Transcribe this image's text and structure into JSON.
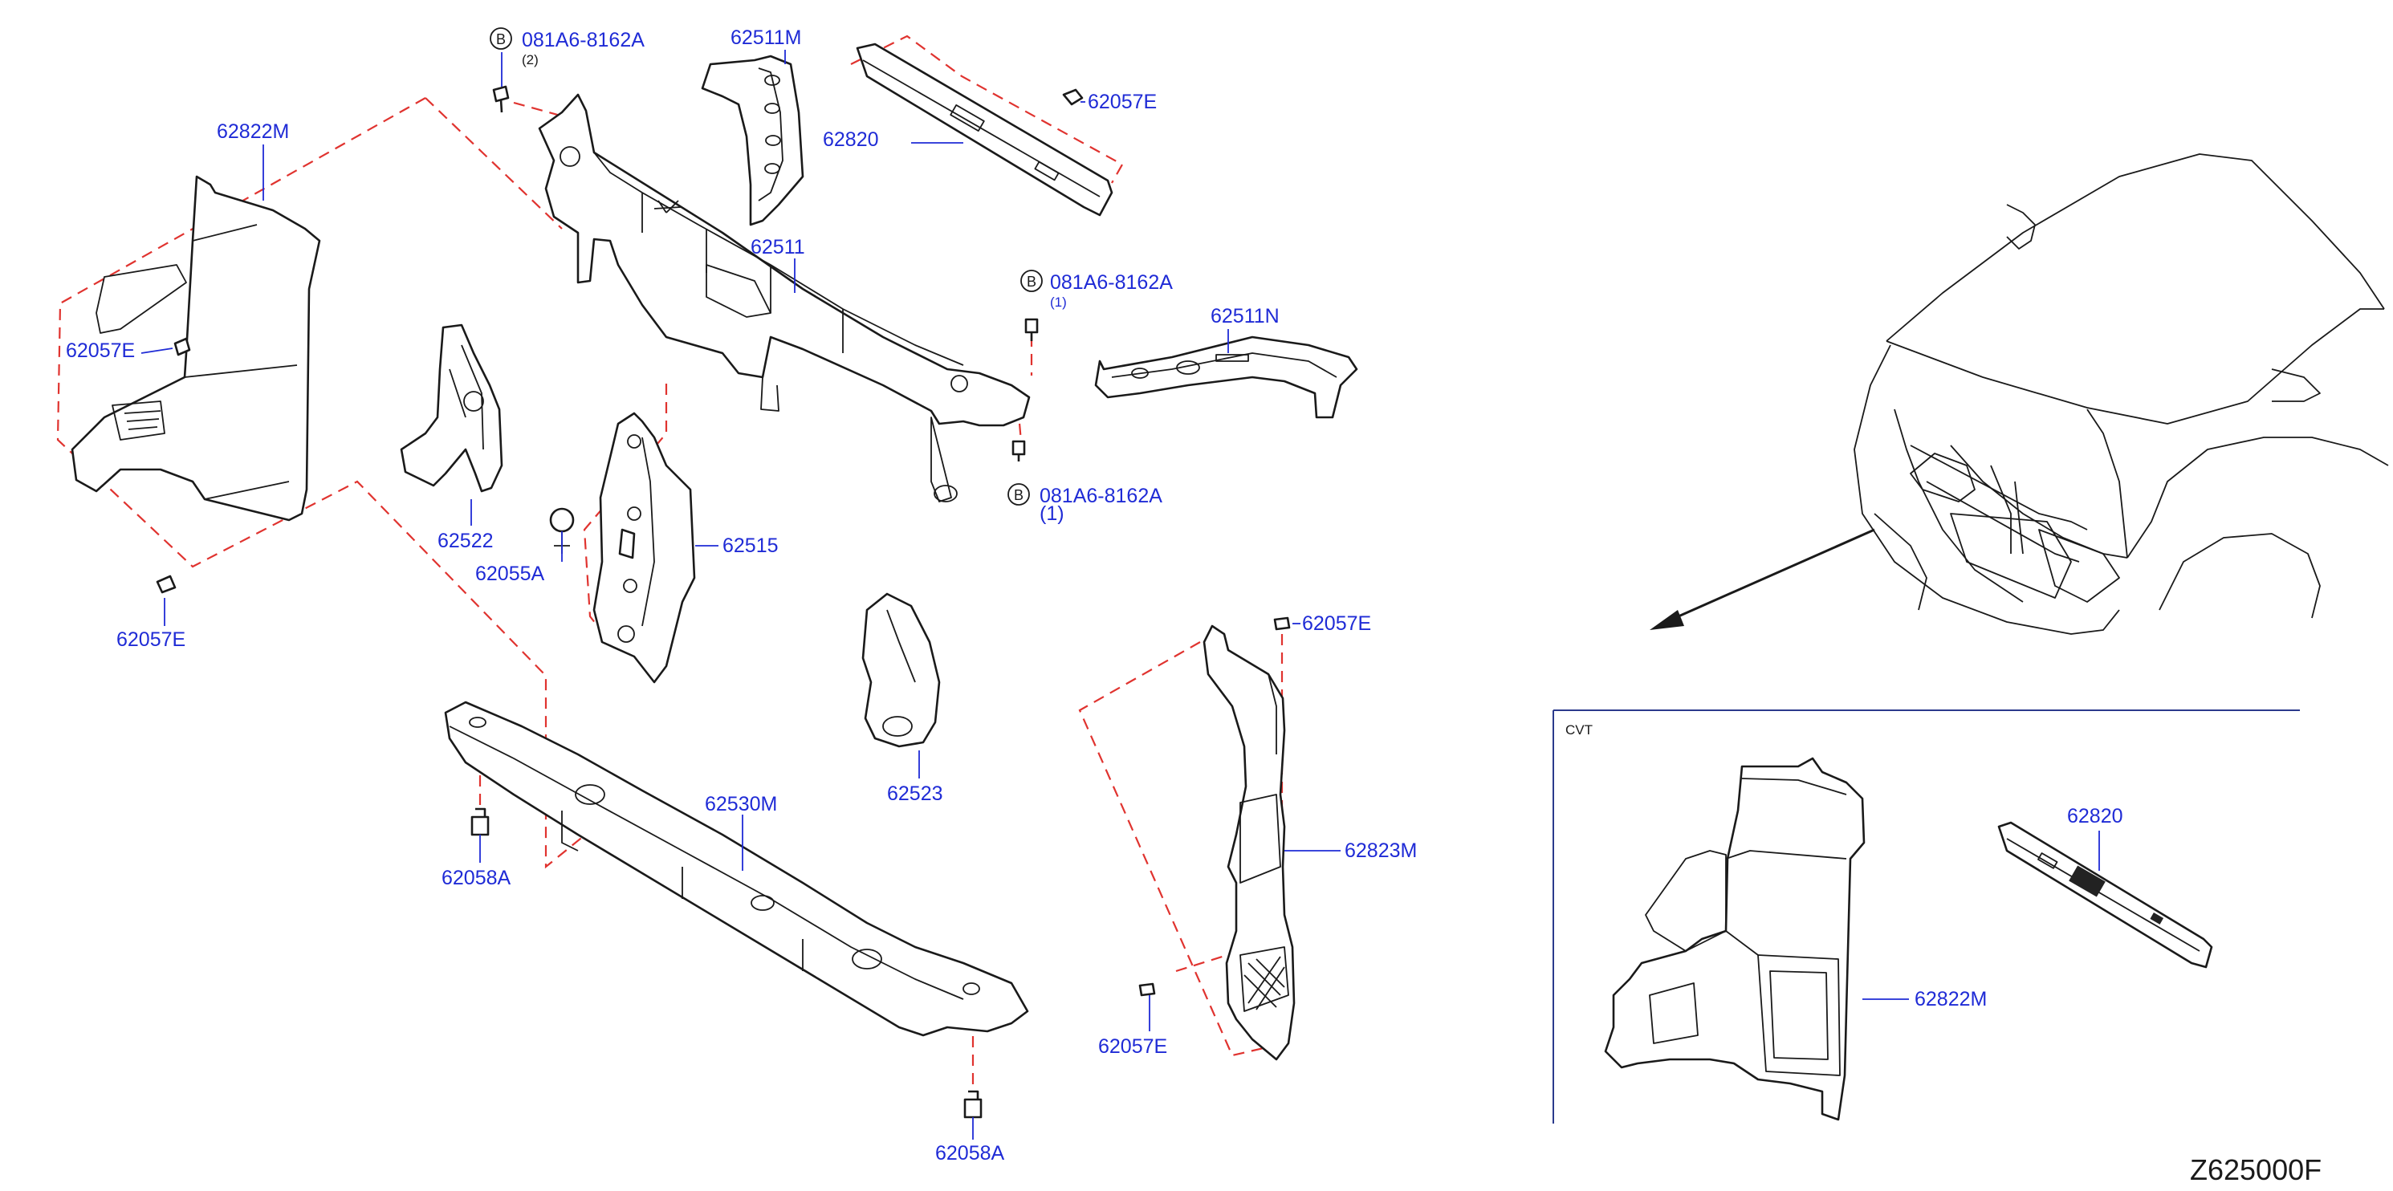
{
  "colors": {
    "label": "#1f2bd6",
    "dashed_outline": "#e0332f",
    "drawing": "#1a1a1a",
    "frame": "#2b3a8c"
  },
  "icons": {
    "bolt_marker": "circle-b-icon"
  },
  "labels": {
    "p62822M_top": "62822M",
    "p62057E_left": "62057E",
    "p62057E_bottom_left": "62057E",
    "bolt_top": "081A6-8162A",
    "bolt_top_qty": "(2)",
    "p62511M": "62511M",
    "p62820_top": "62820",
    "p62057E_top_right": "62057E",
    "p62511": "62511",
    "bolt_mid": "081A6-8162A",
    "bolt_mid_qty": "(1)",
    "p62511N": "62511N",
    "bolt_low": "081A6-8162A",
    "bolt_low_qty": "(1)",
    "p62522": "62522",
    "p62055A": "62055A",
    "p62515": "62515",
    "p62523": "62523",
    "p62057E_mid_right": "62057E",
    "p62823M": "62823M",
    "p62530M": "62530M",
    "p62058A_left": "62058A",
    "p62058A_bottom": "62058A",
    "p62057E_bottom_mid": "62057E",
    "cvt": "CVT",
    "p62820_cvt": "62820",
    "p62822M_cvt": "62822M",
    "b_marker": "B",
    "diagram_code": "Z625000F"
  }
}
